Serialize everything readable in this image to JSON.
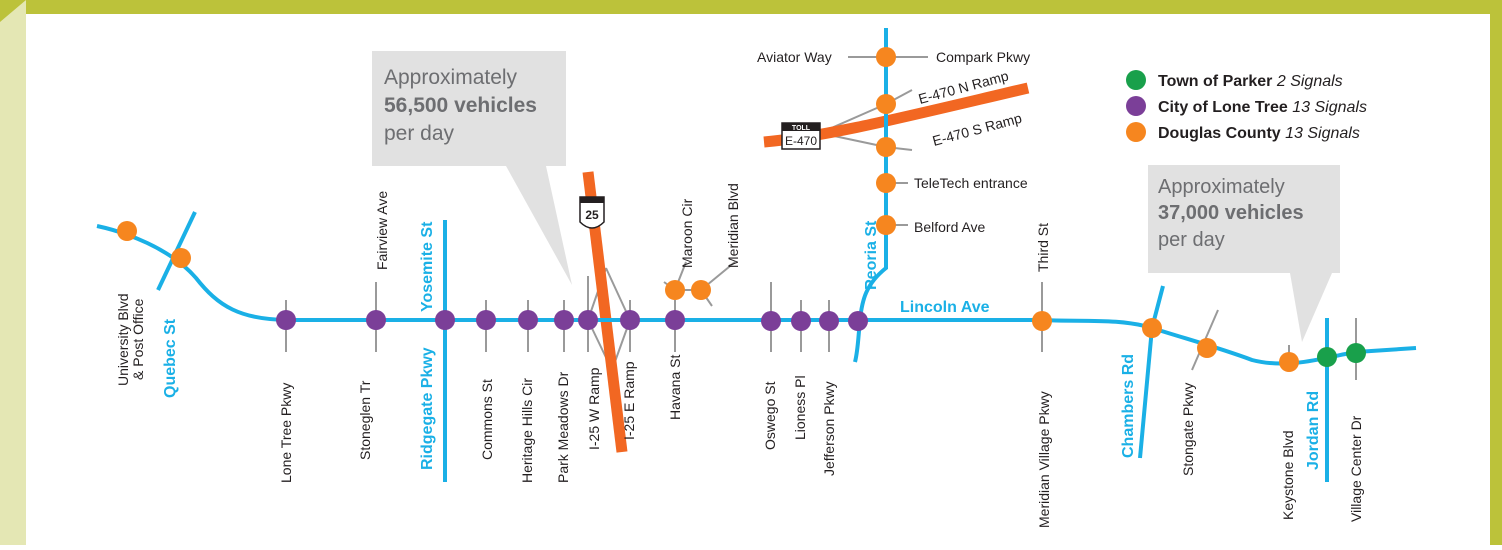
{
  "colors": {
    "frame": "#bcc23a",
    "frame_shade": "#e4e7b4",
    "road_main": "#1ab0e6",
    "road_gray": "#9a9a9a",
    "road_toll": "#f26722",
    "parker": "#19a04b",
    "lone_tree": "#7b3f98",
    "douglas": "#f6861f",
    "callout_bg": "#e1e1e1",
    "callout_text": "#6d6e71"
  },
  "legend": [
    {
      "name": "Town of Parker",
      "count": "2 Signals",
      "color": "#19a04b"
    },
    {
      "name": "City of Lone Tree",
      "count": "13 Signals",
      "color": "#7b3f98"
    },
    {
      "name": "Douglas County",
      "count": "13 Signals",
      "color": "#f6861f"
    }
  ],
  "callouts": {
    "west": {
      "line1": "Approximately",
      "line2": "56,500 vehicles",
      "line3": "per day"
    },
    "east": {
      "line1": "Approximately",
      "line2": "37,000 vehicles",
      "line3": "per day"
    }
  },
  "main_road": "Lincoln Ave",
  "major_roads": {
    "quebec": "Quebec St",
    "ridgegate_pkwy": "Ridgegate Pkwy",
    "yosemite": "Yosemite St",
    "peoria": "Peoria St",
    "chambers": "Chambers Rd",
    "jordan": "Jordan Rd"
  },
  "cross_streets": {
    "university": [
      "University Blvd",
      "& Post Office"
    ],
    "lone_tree_pkwy": "Lone Tree Pkwy",
    "stoneglen": "Stoneglen Tr",
    "fairview": "Fairview Ave",
    "commons": "Commons St",
    "heritage_hills": "Heritage Hills Cir",
    "park_meadows": "Park Meadows Dr",
    "i25_w_ramp": "I-25 W Ramp",
    "i25_e_ramp": "I-25 E Ramp",
    "havana": "Havana St",
    "maroon": "Maroon Cir",
    "meridian_blvd": "Meridian Blvd",
    "oswego": "Oswego St",
    "lioness": "Lioness Pl",
    "jefferson": "Jefferson Pkwy",
    "meridian_village": "Meridian Village Pkwy",
    "third": "Third St",
    "stongate": "Stongate Pkwy",
    "keystone": "Keystone Blvd",
    "village_center": "Village Center Dr"
  },
  "north_spur": {
    "aviator": "Aviator Way",
    "compark": "Compark Pkwy",
    "e470_n": "E-470 N Ramp",
    "e470_s": "E-470 S Ramp",
    "teletech": "TeleTech entrance",
    "belford": "Belford Ave"
  },
  "shields": {
    "interstate": "25",
    "toll_top": "TOLL",
    "toll_route": "E-470"
  }
}
